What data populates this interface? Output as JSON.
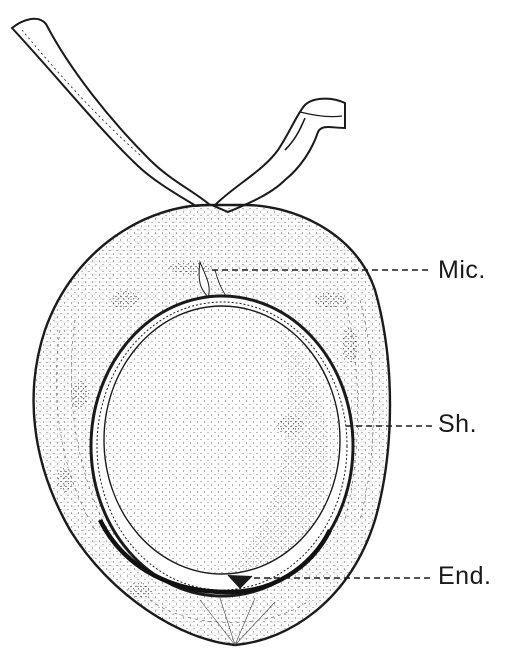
{
  "figure": {
    "labels": {
      "mic": "Mic.",
      "sh": "Sh.",
      "end": "End."
    },
    "colors": {
      "ink": "#1a1a1a",
      "paper": "#ffffff",
      "stipple": "#3a3a3a"
    }
  }
}
